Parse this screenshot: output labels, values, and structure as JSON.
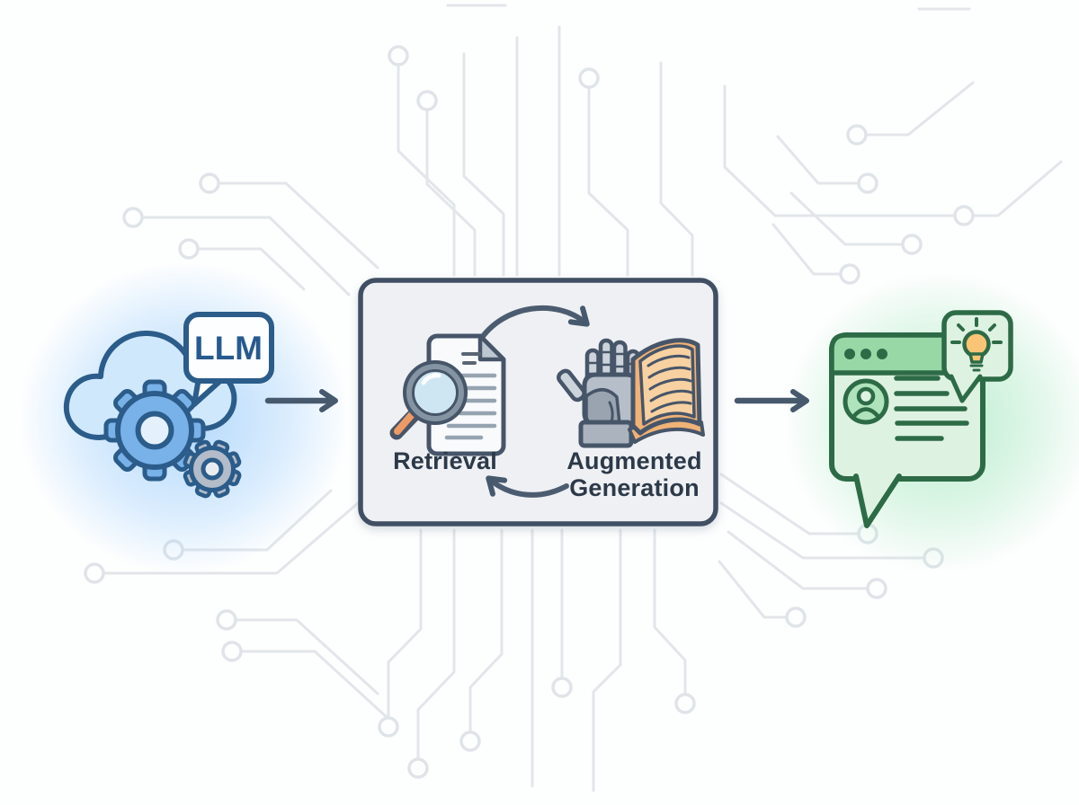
{
  "diagram": {
    "background": {
      "pattern": "circuit-board-traces",
      "trace_color": "#e2e6ea",
      "page_color": "#fdfefe"
    },
    "input": {
      "label": "LLM",
      "icons": [
        "cloud-icon",
        "large-gear-icon",
        "small-gear-icon",
        "speech-bubble-icon"
      ],
      "glow_color": "#76b9fa",
      "accent_color": "#2b5c8a",
      "gear_fill": "#79b1e9",
      "cloud_fill": "#cfe8fb"
    },
    "process": {
      "box_fill": "#eef0f3",
      "box_border": "#3f4f63",
      "steps": [
        {
          "label": "Retrieval",
          "icon": "document-search-icon"
        },
        {
          "label_line1": "Augmented",
          "label_line2": "Generation",
          "icon": "robot-hand-book-icon"
        }
      ],
      "cycle_arrows": [
        "top-arrow-right",
        "bottom-arrow-left"
      ],
      "magnifier_handle_color": "#ee9a64",
      "book_fill": "#efb277"
    },
    "output": {
      "icons": [
        "chat-window-icon",
        "user-avatar-icon",
        "lightbulb-bubble-icon",
        "lightbulb-icon"
      ],
      "glow_color": "#78da9e",
      "accent_color": "#2d6b46",
      "window_fill": "#def2e2",
      "bar_fill": "#98d8a6",
      "bulb_fill": "#f9c476"
    },
    "flow": {
      "arrow_color": "#47596d",
      "arrows": [
        "input-to-process",
        "process-to-output"
      ]
    }
  }
}
